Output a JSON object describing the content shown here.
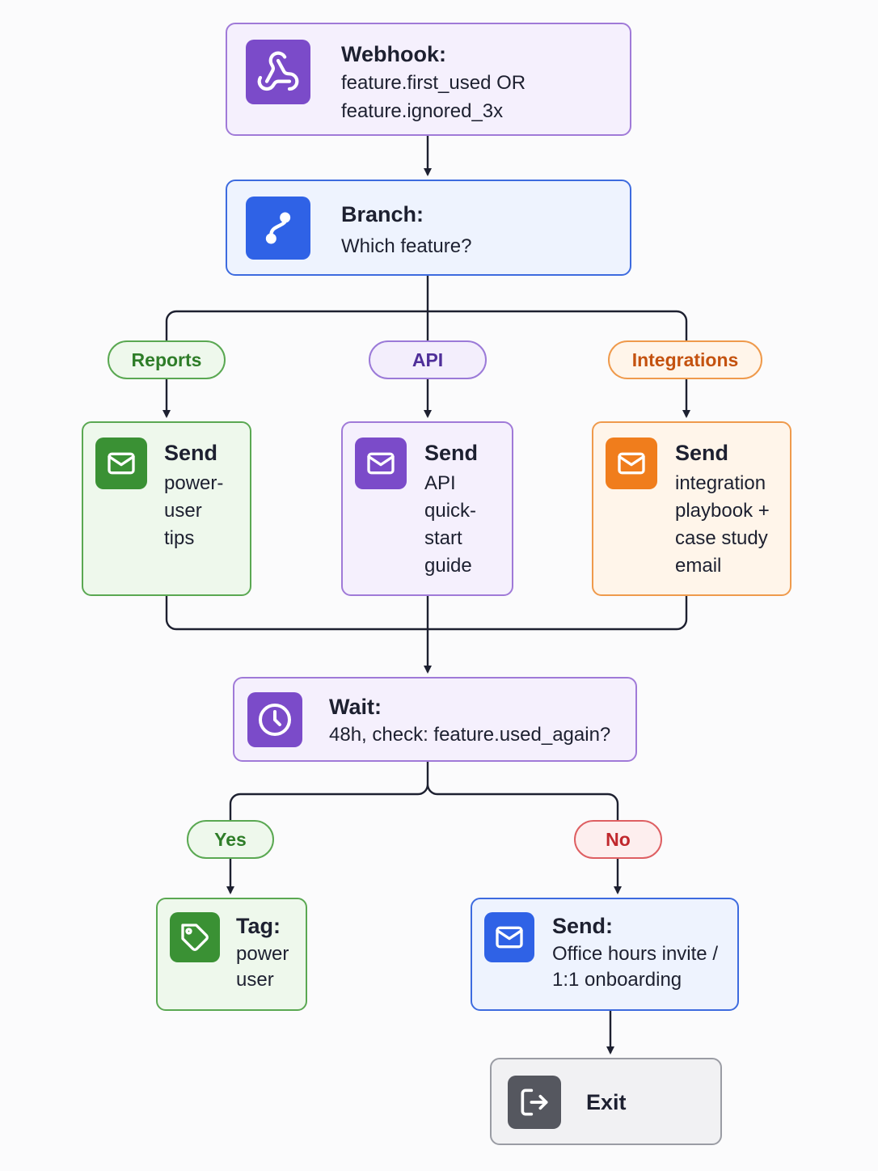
{
  "nodes": {
    "webhook": {
      "title": "Webhook:",
      "lines": [
        "feature.first_used OR",
        "feature.ignored_3x"
      ],
      "icon": "webhook-icon",
      "color": "#7b4bc9"
    },
    "branch": {
      "title": "Branch:",
      "lines": [
        "Which feature?"
      ],
      "icon": "branch-icon",
      "color": "#2f62e6"
    },
    "send_reports": {
      "title": "Send",
      "lines": [
        "power-",
        "user",
        "tips"
      ],
      "icon": "mail-icon",
      "color": "#3a9134"
    },
    "send_api": {
      "title": "Send",
      "lines": [
        "API",
        "quick-",
        "start",
        "guide"
      ],
      "icon": "mail-icon",
      "color": "#7b4bc9"
    },
    "send_integrations": {
      "title": "Send",
      "lines": [
        "integration",
        "playbook +",
        "case study",
        "email"
      ],
      "icon": "mail-icon",
      "color": "#f07d1c"
    },
    "wait": {
      "title": "Wait:",
      "lines": [
        "48h, check: feature.used_again?"
      ],
      "icon": "clock-icon",
      "color": "#7b4bc9"
    },
    "tag": {
      "title": "Tag:",
      "lines": [
        "power",
        "user"
      ],
      "icon": "tag-icon",
      "color": "#3a9134"
    },
    "send_office": {
      "title": "Send:",
      "lines": [
        "Office hours invite /",
        "1:1 onboarding"
      ],
      "icon": "mail-icon",
      "color": "#2f62e6"
    },
    "exit": {
      "title": "Exit",
      "icon": "exit-icon",
      "color": "#55575f"
    }
  },
  "branch_labels": {
    "reports": {
      "label": "Reports",
      "color": "#2e7d28"
    },
    "api": {
      "label": "API",
      "color": "#4f2f99"
    },
    "integrations": {
      "label": "Integrations",
      "color": "#c4520f"
    },
    "yes": {
      "label": "Yes",
      "color": "#2e7d28"
    },
    "no": {
      "label": "No",
      "color": "#c0282d"
    }
  }
}
